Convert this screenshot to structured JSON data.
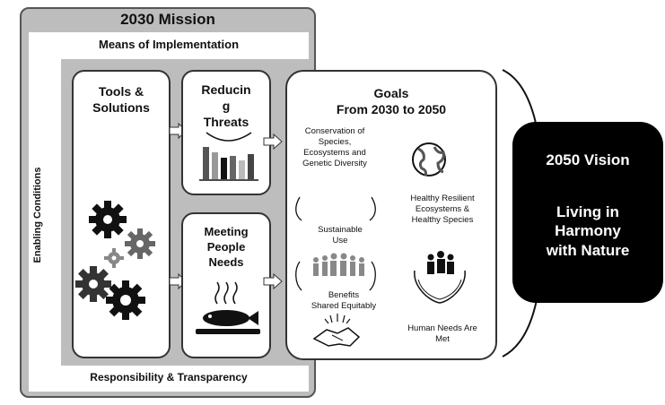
{
  "mission": {
    "title": "2030 Mission",
    "means": "Means of Implementation",
    "enabling": "Enabling Conditions",
    "responsibility": "Responsibility & Transparency"
  },
  "tools": {
    "title_line1": "Tools &",
    "title_line2": "Solutions"
  },
  "reducing": {
    "line1": "Reducin",
    "line2": "g",
    "line3": "Threats"
  },
  "meeting": {
    "line1": "Meeting",
    "line2": "People",
    "line3": "Needs"
  },
  "goals": {
    "title_line1": "Goals",
    "title_line2": "From 2030 to 2050",
    "conservation": [
      "Conservation of",
      "Species,",
      "Ecosystems and",
      "Genetic Diversity"
    ],
    "healthy": [
      "Healthy Resilient",
      "Ecosystems &",
      "Healthy Species"
    ],
    "sustainable": [
      "Sustainable",
      "Use"
    ],
    "benefits": [
      "Benefits",
      "Shared Equitably"
    ],
    "human": [
      "Human Needs Are",
      "Met"
    ]
  },
  "vision": {
    "title": "2050 Vision",
    "sub": [
      "Living in",
      "Harmony",
      "with Nature"
    ]
  },
  "colors": {
    "gray": "#bdbdbd",
    "dark": "#000000",
    "border": "#333333"
  }
}
